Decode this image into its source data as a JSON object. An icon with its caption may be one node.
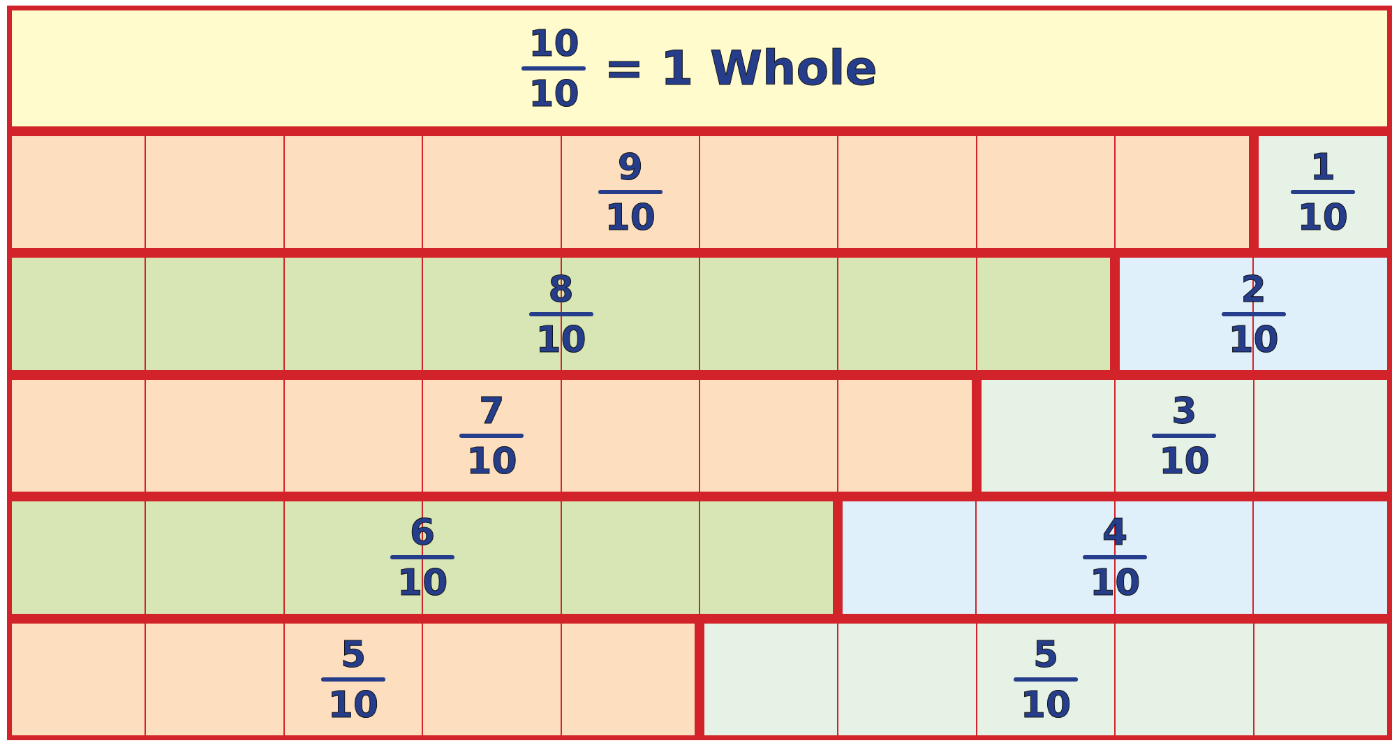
{
  "diagram": {
    "nodes": [
      {
        "text": [
          "10",
          "10",
          "= 1 Whole"
        ]
      },
      {
        "text": [
          "9",
          "10"
        ]
      },
      {
        "text": [
          "1",
          "10"
        ]
      },
      {
        "text": [
          "8",
          "10"
        ]
      },
      {
        "text": [
          "2",
          "10"
        ]
      },
      {
        "text": [
          "7",
          "10"
        ]
      },
      {
        "text": [
          "3",
          "10"
        ]
      },
      {
        "text": [
          "6",
          "10"
        ]
      },
      {
        "text": [
          "4",
          "10"
        ]
      },
      {
        "text": [
          "5",
          "10"
        ]
      },
      {
        "text": [
          "5",
          "10"
        ]
      }
    ]
  }
}
